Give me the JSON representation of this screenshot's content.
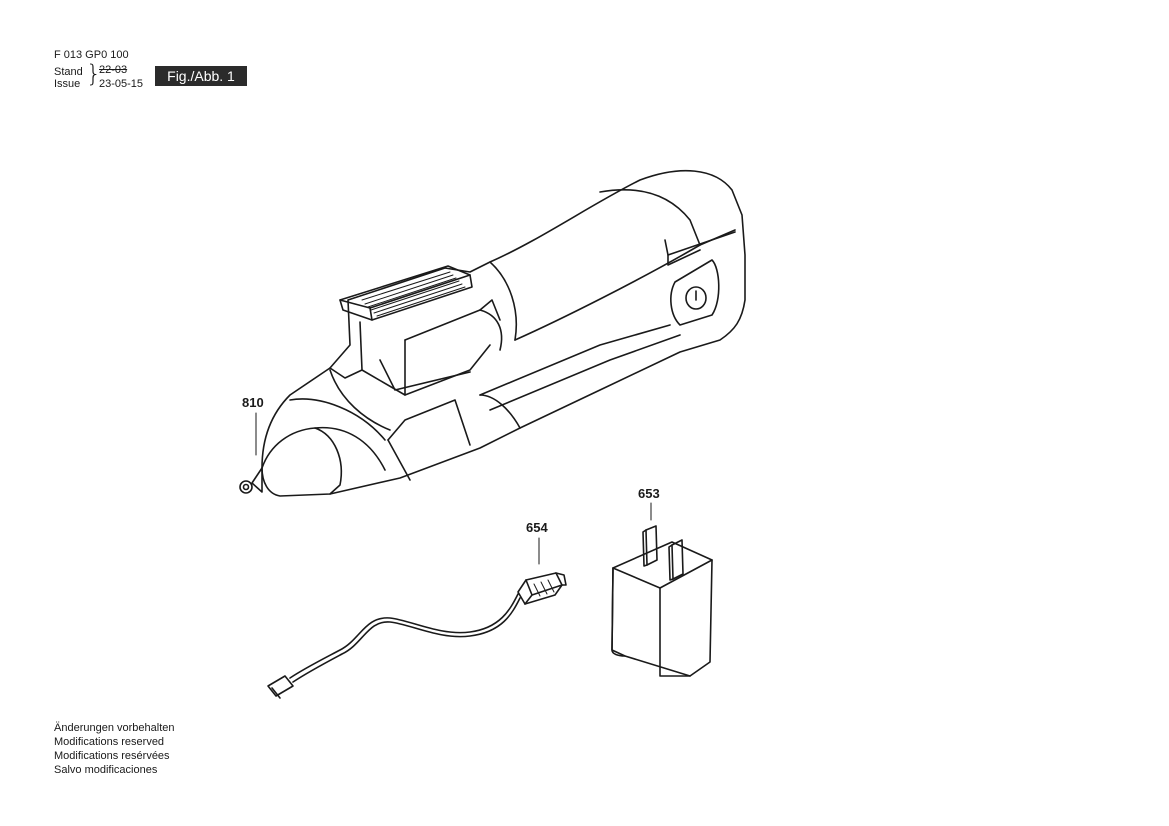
{
  "header": {
    "part_number": "F 013 GP0 100",
    "stand_label": "Stand",
    "issue_label": "Issue",
    "brace": "}",
    "stand_date": "22-03",
    "issue_date": "23-05-15",
    "figure_label": "Fig./Abb. 1"
  },
  "callouts": {
    "glue_gun": "810",
    "usb_cable": "654",
    "power_adapter": "653"
  },
  "footer": {
    "lines": [
      "Änderungen vorbehalten",
      "Modifications reserved",
      "Modifications resérvées",
      "Salvo modificaciones"
    ]
  }
}
